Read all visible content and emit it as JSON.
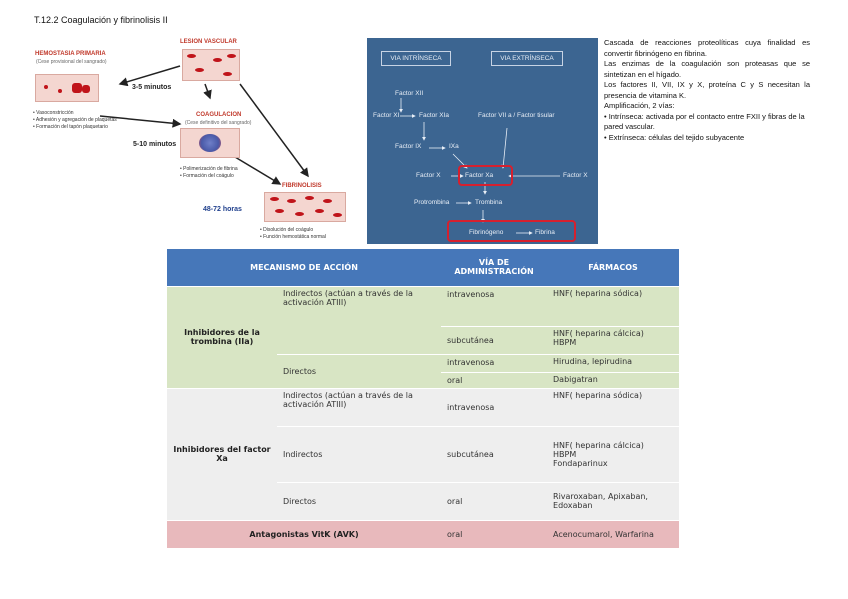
{
  "page": {
    "title": "T.12.2 Coagulación y fibrinolisis II"
  },
  "diagram": {
    "primary_head": "HEMOSTASIA PRIMARIA",
    "primary_sub": "(Cese provisional del sangrado)",
    "lesion_head": "LESION VASCULAR",
    "coag_head": "COAGULACION",
    "coag_sub": "(Cese definitivo del sangrado)",
    "fib_head": "FIBRINOLISIS",
    "time1": "3-5 minutos",
    "time2": "5-10 minutos",
    "time3": "48-72 horas",
    "primary_bullets": [
      "Vasoconstricción",
      "Adhesión y agregación de plaquetas",
      "Formación del tapón plaquetario"
    ],
    "coag_bullets": [
      "Polimerización de fibrina",
      "Formación del coágulo"
    ],
    "fib_bullets": [
      "Disolución del coágulo",
      "Función hemostática normal"
    ]
  },
  "cascade": {
    "intrinseca": "VIA INTRÍNSECA",
    "extrinseca": "VIA EXTRÍNSECA",
    "fxii": "Factor XII",
    "fxi": "Factor XI",
    "fxia": "Factor XIa",
    "fvii": "Factor VII a / Factor tisular",
    "fix": "Factor IX",
    "ixa": "IXa",
    "fx_left": "Factor X",
    "fxa": "Factor Xa",
    "fx_right": "Factor X",
    "protrombina": "Protrombina",
    "trombina": "Trombina",
    "fibrinogeno": "Fibrinógeno",
    "fibrina": "Fibrina"
  },
  "side_text": {
    "p1": "Cascada de reacciones proteolíticas cuya finalidad es convertir fibrinógeno en fibrina.",
    "p2": "Las enzimas de la coagulación son proteasas que se sintetizan en el hígado.",
    "p3": "Los factores II, VII, IX y X, proteína C y S necesitan la presencia de vitamina K.",
    "p4": "Amplificación, 2 vías:",
    "b1": "Intrínseca: activada por el contacto entre FXII y fibras de la pared vascular.",
    "b2": "Extrínseca: células del tejido subyacente"
  },
  "table": {
    "headers": {
      "mecanismo": "MECANISMO DE ACCIÓN",
      "via": "VÍA DE ADMINISTRACIÓN",
      "farmacos": "FÁRMACOS"
    },
    "g1": {
      "name": "Inhibidores de la trombina (IIa)",
      "r1_mech": "Indirectos (actúan a través de la activación ATIII)",
      "r1_via": "intravenosa",
      "r1_drug": "HNF( heparina sódica)",
      "r2_via": "subcutánea",
      "r2_drug1": "HNF( heparina cálcica)",
      "r2_drug2": "HBPM",
      "r3_mech": "Directos",
      "r3_via": "intravenosa",
      "r3_drug": "Hirudina, lepirudina",
      "r4_via": "oral",
      "r4_drug": "Dabigatran"
    },
    "g2": {
      "name": "Inhibidores del factor Xa",
      "r1_mech": "Indirectos (actúan a través de la activación ATIII)",
      "r1_via": "intravenosa",
      "r1_drug": "HNF( heparina sódica)",
      "r2_mech": "Indirectos",
      "r2_via": "subcutánea",
      "r2_drug1": "HNF( heparina cálcica)",
      "r2_drug2": "HBPM",
      "r2_drug3": "Fondaparinux",
      "r3_mech": "Directos",
      "r3_via": "oral",
      "r3_drug": "Rivaroxaban, Apixaban, Edoxaban"
    },
    "g3": {
      "name": "Antagonistas VitK (AVK)",
      "r1_via": "oral",
      "r1_drug": "Acenocumarol, Warfarina"
    }
  }
}
